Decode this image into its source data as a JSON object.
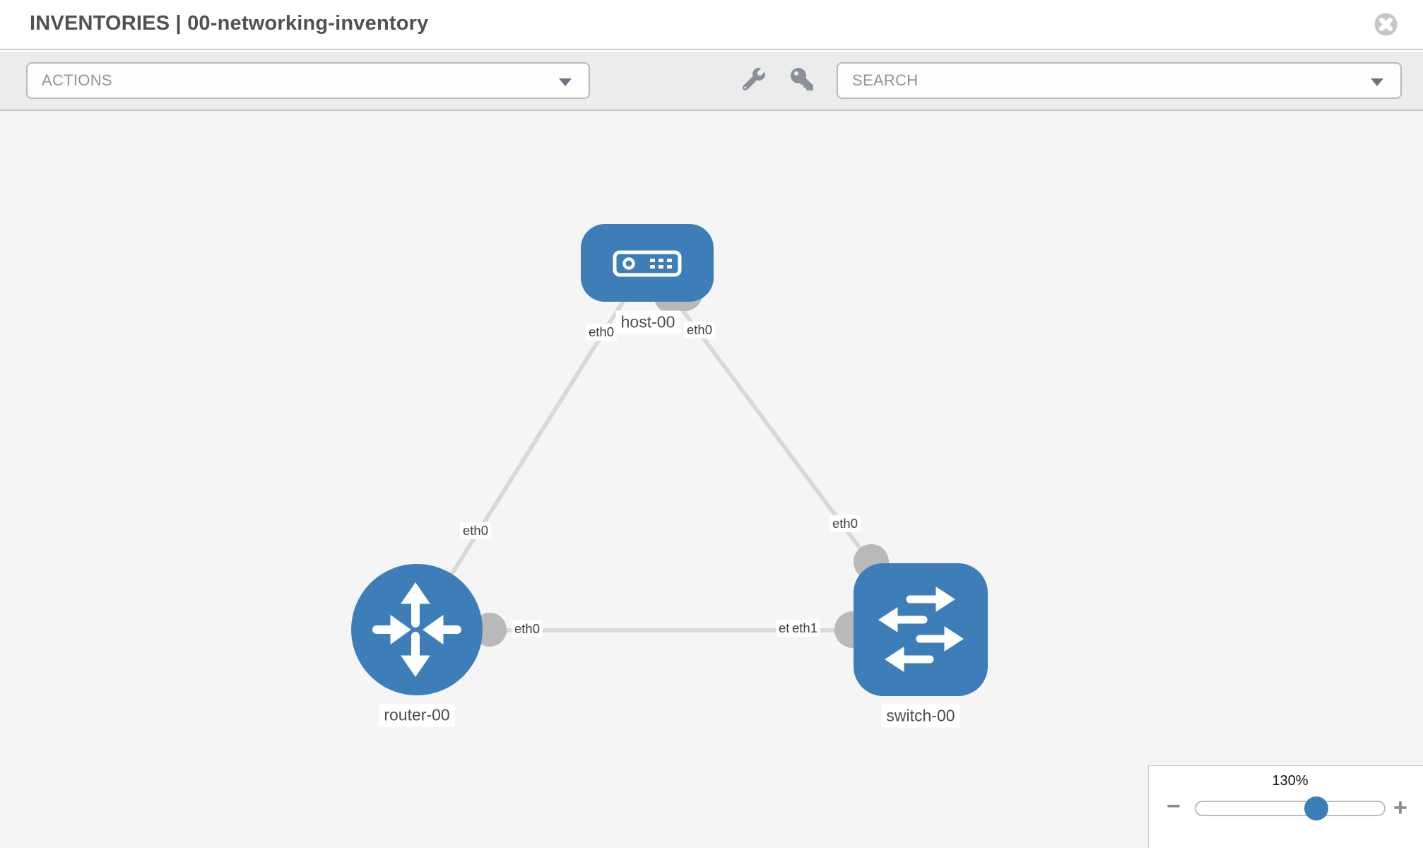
{
  "header": {
    "title": "INVENTORIES | 00-networking-inventory"
  },
  "toolbar": {
    "actions_label": "ACTIONS",
    "search_label": "SEARCH",
    "icons": [
      "wrench-icon",
      "key-icon"
    ]
  },
  "topology": {
    "nodes": [
      {
        "id": "host-00",
        "type": "host",
        "label": "host-00"
      },
      {
        "id": "router-00",
        "type": "router",
        "label": "router-00"
      },
      {
        "id": "switch-00",
        "type": "switch",
        "label": "switch-00"
      }
    ],
    "links": [
      {
        "from": "host-00",
        "from_port": "eth0",
        "to": "router-00",
        "to_port": "eth0"
      },
      {
        "from": "host-00",
        "from_port": "eth0",
        "to": "switch-00",
        "to_port": "eth0"
      },
      {
        "from": "router-00",
        "from_port": "eth0",
        "to": "switch-00",
        "to_port": "eth1"
      }
    ],
    "port_labels": [
      "eth0",
      "eth0",
      "eth0",
      "eth0",
      "eth0",
      "eth0",
      "eth1"
    ]
  },
  "zoom_control": {
    "value": "130%",
    "minus_label": "−",
    "plus_label": "+"
  },
  "colors": {
    "node_blue": "#3d7eb8",
    "link_gray": "#d9d9d9",
    "interface_gray": "#b9b9b9",
    "toolbar_gray": "#ececec",
    "canvas_gray": "#f5f5f5"
  }
}
